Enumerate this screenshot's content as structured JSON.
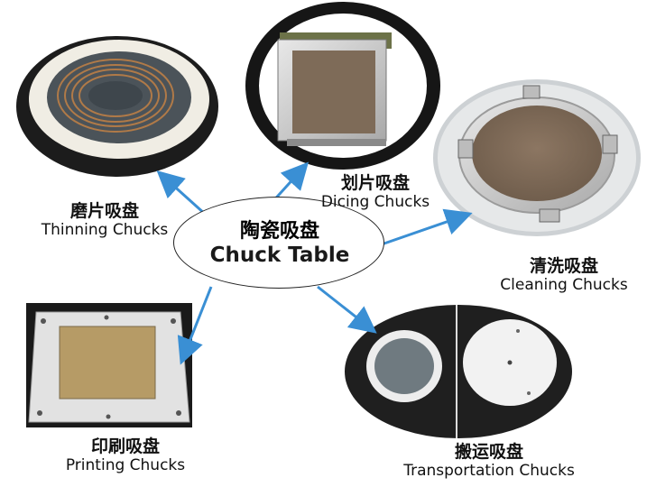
{
  "center": {
    "title_cn": "陶瓷吸盘",
    "title_en": "Chuck Table"
  },
  "items": [
    {
      "cn": "磨片吸盘",
      "en": "Thinning Chucks"
    },
    {
      "cn": "划片吸盘",
      "en": "Dicing Chucks"
    },
    {
      "cn": "清洗吸盘",
      "en": "Cleaning Chucks"
    },
    {
      "cn": "印刷吸盘",
      "en": "Printing Chucks"
    },
    {
      "cn": "搬运吸盘",
      "en": "Transportation Chucks"
    }
  ],
  "colors": {
    "arrow": "#3a8fd4",
    "ceramic_tan": "#8a7460",
    "ceramic_grey": "#6f7a80",
    "dark_bg": "#1b1b1b"
  }
}
